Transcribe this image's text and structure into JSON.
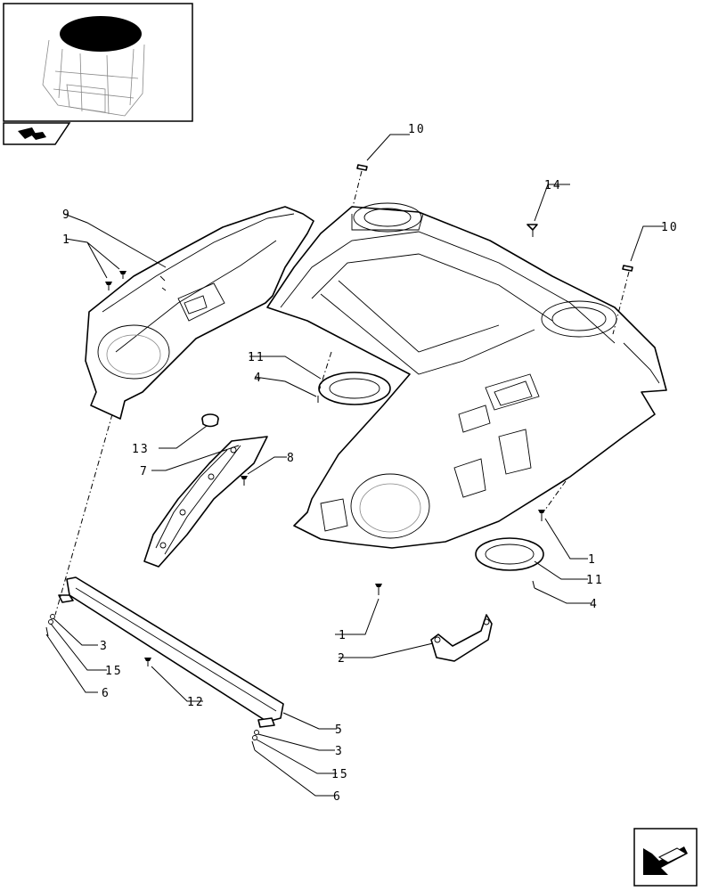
{
  "callouts": [
    {
      "id": "c10a",
      "text": "10"
    },
    {
      "id": "c14",
      "text": "14"
    },
    {
      "id": "c10b",
      "text": "10"
    },
    {
      "id": "c9",
      "text": "9"
    },
    {
      "id": "c1a",
      "text": "1"
    },
    {
      "id": "c11a",
      "text": "11"
    },
    {
      "id": "c4a",
      "text": "4"
    },
    {
      "id": "c13",
      "text": "13"
    },
    {
      "id": "c7",
      "text": "7"
    },
    {
      "id": "c8",
      "text": "8"
    },
    {
      "id": "c1b",
      "text": "1"
    },
    {
      "id": "c11b",
      "text": "11"
    },
    {
      "id": "c4b",
      "text": "4"
    },
    {
      "id": "c1c",
      "text": "1"
    },
    {
      "id": "c2",
      "text": "2"
    },
    {
      "id": "c3a",
      "text": "3"
    },
    {
      "id": "c15a",
      "text": "15"
    },
    {
      "id": "c6a",
      "text": "6"
    },
    {
      "id": "c12",
      "text": "12"
    },
    {
      "id": "c5",
      "text": "5"
    },
    {
      "id": "c3b",
      "text": "3"
    },
    {
      "id": "c15b",
      "text": "15"
    },
    {
      "id": "c6b",
      "text": "6"
    }
  ]
}
